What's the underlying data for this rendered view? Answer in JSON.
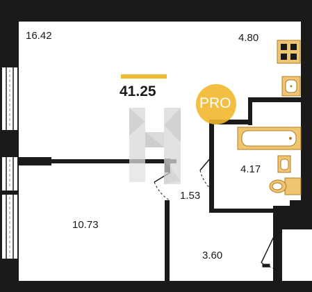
{
  "plan": {
    "total_area": "41.25",
    "badge": "PRO",
    "colors": {
      "wall": "#1a1a1a",
      "accent": "#f2b82e",
      "fixture": "#f0c572",
      "watermark": "#d9d9d9"
    },
    "rooms": [
      {
        "id": "living-room",
        "area": "16.42"
      },
      {
        "id": "kitchen",
        "area": "4.80"
      },
      {
        "id": "bathroom",
        "area": "4.17"
      },
      {
        "id": "hallway-closet",
        "area": "1.53"
      },
      {
        "id": "bedroom",
        "area": "10.73"
      },
      {
        "id": "entrance-hall",
        "area": "3.60"
      }
    ]
  }
}
